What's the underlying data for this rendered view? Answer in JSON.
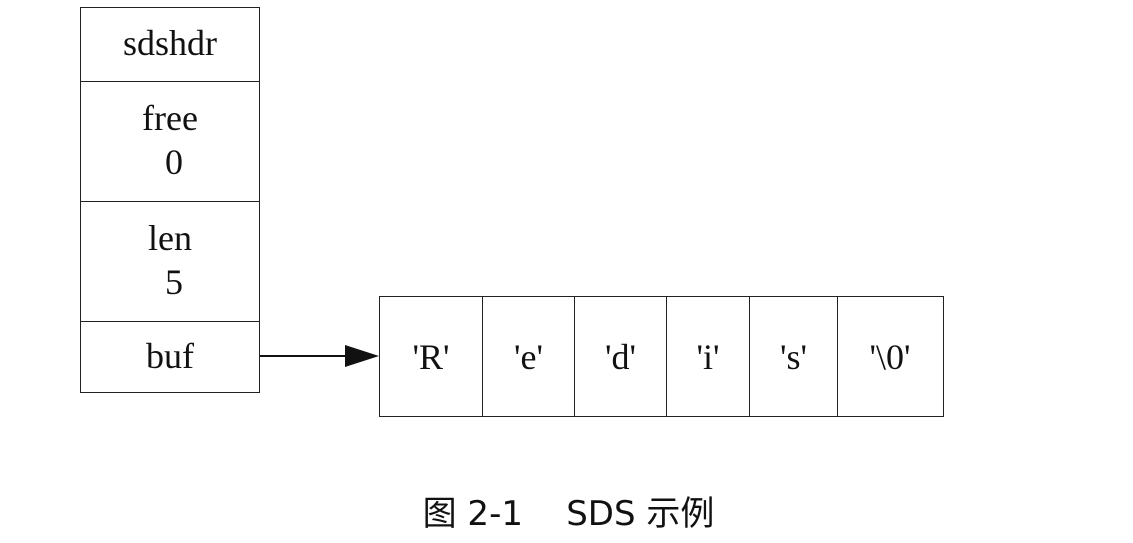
{
  "sdshdr": {
    "title": "sdshdr",
    "fields": [
      {
        "name": "free",
        "value": "0"
      },
      {
        "name": "len",
        "value": "5"
      },
      {
        "name": "buf",
        "value": ""
      }
    ]
  },
  "buf_array": [
    "'R'",
    "'e'",
    "'d'",
    "'i'",
    "'s'",
    "'\\0'"
  ],
  "caption": "图 2-1    SDS 示例"
}
